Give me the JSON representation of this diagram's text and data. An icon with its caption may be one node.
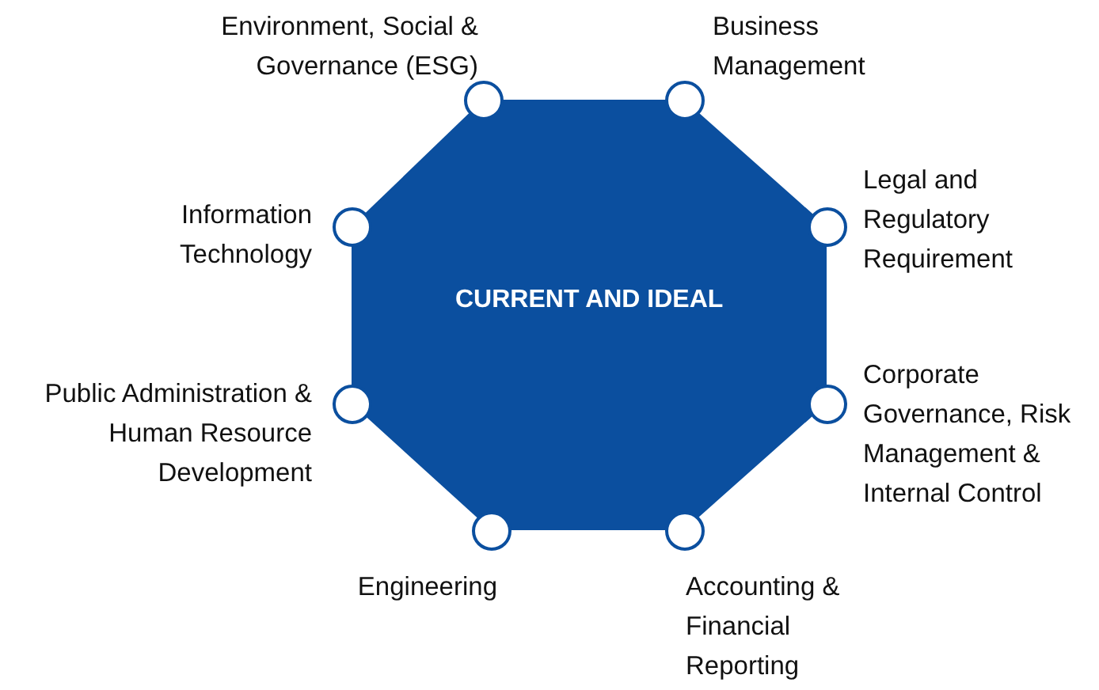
{
  "diagram": {
    "nodes": [
      {
        "text": [
          "CURRENT AND IDEAL"
        ]
      },
      {
        "text": [],
        "shape": "circle",
        "beside": [
          "Environment, Social & Governance (ESG)"
        ]
      },
      {
        "text": [],
        "shape": "circle",
        "beside": [
          "Business Management"
        ]
      },
      {
        "text": [],
        "shape": "circle",
        "beside": [
          "Information Technology"
        ]
      },
      {
        "text": [],
        "shape": "circle",
        "beside": [
          "Legal and Regulatory Requirement"
        ]
      },
      {
        "text": [],
        "shape": "circle",
        "beside": [
          "Public Administration & Human Resource Development"
        ]
      },
      {
        "text": [],
        "shape": "circle",
        "beside": [
          "Corporate Governance, Risk Management & Internal Control"
        ]
      },
      {
        "text": [],
        "shape": "circle",
        "beside": [
          "Engineering"
        ]
      },
      {
        "text": [],
        "shape": "circle",
        "beside": [
          "Accounting & Financial Reporting"
        ]
      }
    ]
  }
}
